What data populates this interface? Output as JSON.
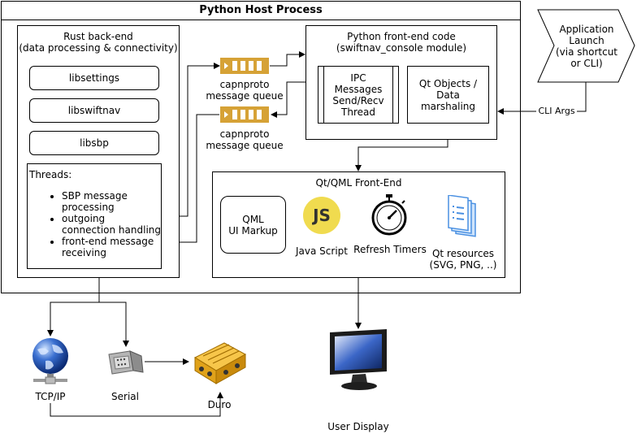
{
  "host": {
    "title": "Python Host Process"
  },
  "backend": {
    "title": "Rust back-end\n(data processing & connectivity)",
    "libs": [
      "libsettings",
      "libswiftnav",
      "libsbp"
    ],
    "threads_title": "Threads:",
    "threads": [
      "SBP message\nprocessing",
      "outgoing\nconnection handling",
      "front-end message\nreceiving"
    ]
  },
  "queues": [
    "capnproto\nmessage queue",
    "capnproto\nmessage queue"
  ],
  "frontend_code": {
    "title": "Python front-end code\n(swiftnav_console module)",
    "ipc": "IPC\nMessages\nSend/Recv\nThread",
    "qt_objects": "Qt Objects /\nData\nmarshaling"
  },
  "launch": {
    "label": "Application\nLaunch\n(via shortcut\nor CLI)",
    "args_label": "CLI Args"
  },
  "qml_frontend": {
    "title": "Qt/QML Front-End",
    "qml_markup": "QML\nUI Markup",
    "js_badge": "JS",
    "javascript": "Java Script",
    "timers": "Refresh Timers",
    "resources": "Qt resources\n(SVG, PNG, ..)"
  },
  "outputs": {
    "tcpip": "TCP/IP",
    "serial": "Serial",
    "duro": "Duro",
    "display": "User Display"
  },
  "colors": {
    "queue": "#d6a236",
    "js": "#f0db4f",
    "globe": "#3a6fd0",
    "duro": "#f2b21c",
    "doc": "#4a90e2"
  }
}
